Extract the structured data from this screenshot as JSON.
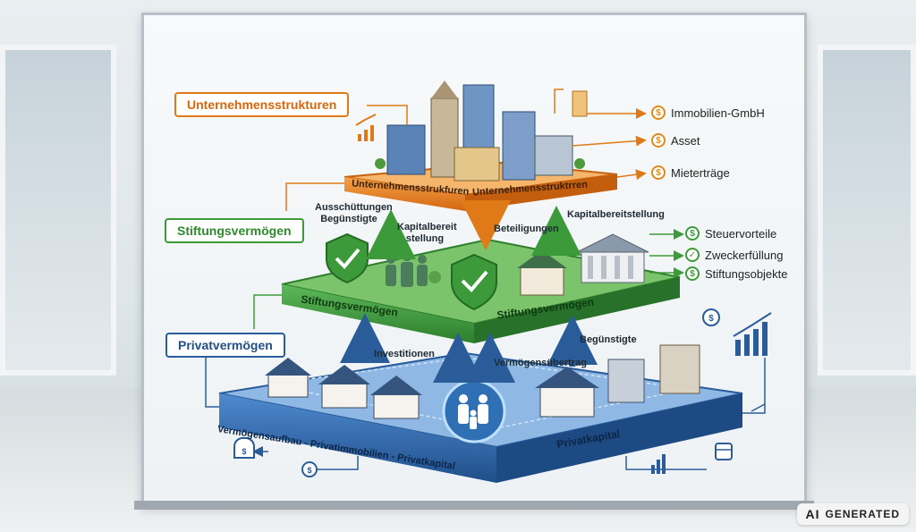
{
  "tags": {
    "unternehmen": "Unternehmensstrukturen",
    "stiftung": "Stiftungsvermögen",
    "privat": "Privatvermögen"
  },
  "right_items": {
    "immobilien": "Immobilien-GmbH",
    "asset": "Asset",
    "mieter": "Mieterträge",
    "steuer": "Steuervorteile",
    "zweck": "Zweckerfüllung",
    "objekte": "Stiftungsobjekte"
  },
  "platform_texts": {
    "top_left": "Unternehmensstrukfuren",
    "top_right": "Unternehmensstruktrren",
    "mid_left": "Stiftungsvermögen",
    "mid_right": "Stiftungsvermögen",
    "bottom_left": "Vermögensaufbau - Privatimmobilien - Privatkapital",
    "bottom_right": "Privatkapital"
  },
  "arrow_labels": {
    "ausschuettungen": "Ausschüttungen Begünstigte",
    "kapitalbereit": "Kapitalbereit stellung",
    "beteiligungen": "Beteiligungen",
    "kapitalbereitstellung": "Kapitalbereitstellung",
    "investitionen": "Investitionen",
    "vermoegensuebertrag": "Vermögensübertrag",
    "beguenstigte": "Begünstigte"
  },
  "badge": {
    "ai": "AI",
    "generated": "GENERATED"
  },
  "icons": [
    "coin-icon",
    "check-icon",
    "bar-chart-icon",
    "shield-check-icon",
    "building-icon",
    "house-icon",
    "family-icon",
    "money-bag-icon",
    "database-icon"
  ],
  "colors": {
    "orange": "#e07a18",
    "green": "#3c9a3a",
    "blue": "#2a5c9a"
  }
}
